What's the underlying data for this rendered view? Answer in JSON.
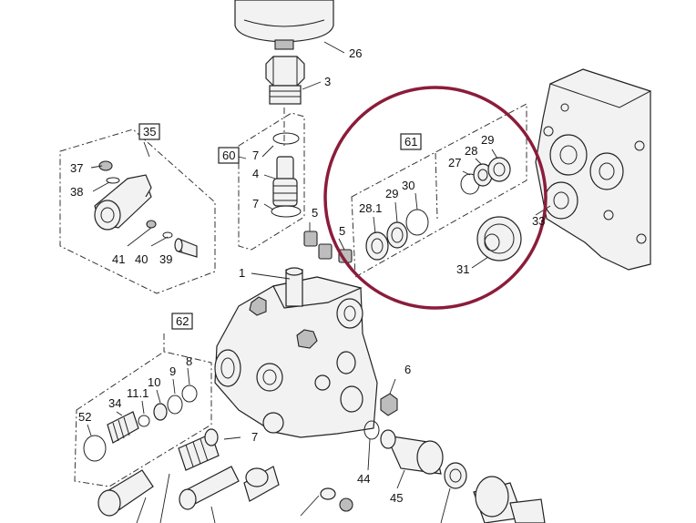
{
  "diagram": {
    "highlight_color": "#8b1c3a",
    "line_color": "#222222",
    "groups": {
      "g35": "35",
      "g60": "60",
      "g61": "61",
      "g62": "62"
    },
    "labels": {
      "p26": "26",
      "p3": "3",
      "p7a": "7",
      "p4": "4",
      "p7b": "7",
      "p37": "37",
      "p38": "38",
      "p41": "41",
      "p40": "40",
      "p39": "39",
      "p5a": "5",
      "p5b": "5",
      "p1": "1",
      "p28_1": "28.1",
      "p29a": "29",
      "p30": "30",
      "p27": "27",
      "p28": "28",
      "p29b": "29",
      "p33": "33",
      "p31": "31",
      "p9": "9",
      "p8": "8",
      "p10": "10",
      "p11_1": "11.1",
      "p34": "34",
      "p52": "52",
      "p6": "6",
      "p7c": "7",
      "p44": "44",
      "p45": "45"
    }
  }
}
